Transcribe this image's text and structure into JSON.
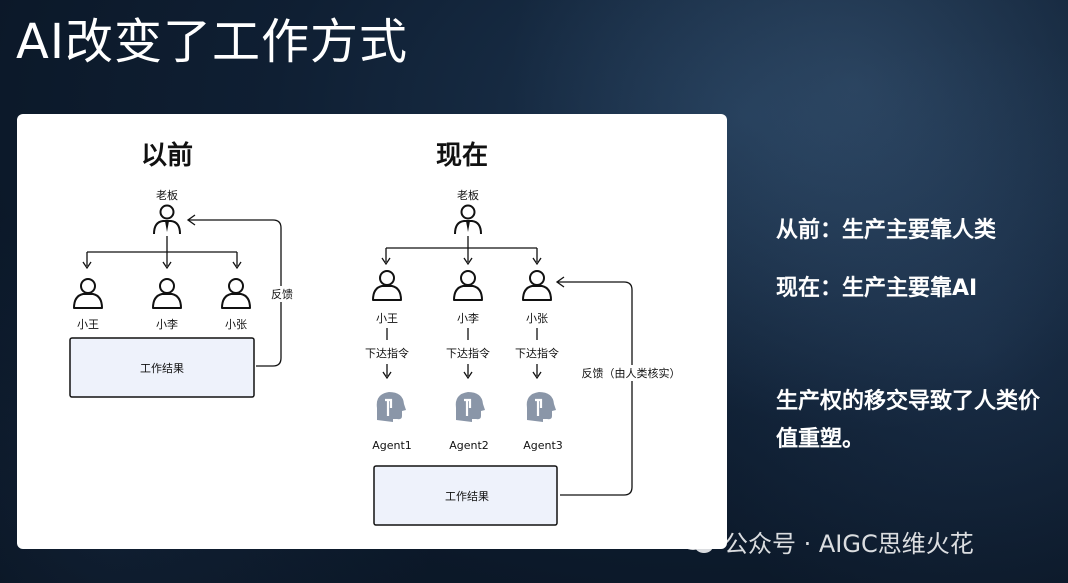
{
  "title": "AI改变了工作方式",
  "diagram": {
    "before": {
      "heading": "以前",
      "boss": "老板",
      "workers": [
        "小王",
        "小李",
        "小张"
      ],
      "feedback": "反馈",
      "result": "工作结果"
    },
    "now": {
      "heading": "现在",
      "boss": "老板",
      "workers": [
        "小王",
        "小李",
        "小张"
      ],
      "instruction": "下达指令",
      "agents": [
        "Agent1",
        "Agent2",
        "Agent3"
      ],
      "feedback": "反馈（由人类核实）",
      "result": "工作结果"
    }
  },
  "side": {
    "line1": "从前：生产主要靠人类",
    "line2": "现在：生产主要靠AI",
    "line3": "生产权的移交导致了人类价值重塑。"
  },
  "watermark": "公众号 · AIGC思维火花"
}
